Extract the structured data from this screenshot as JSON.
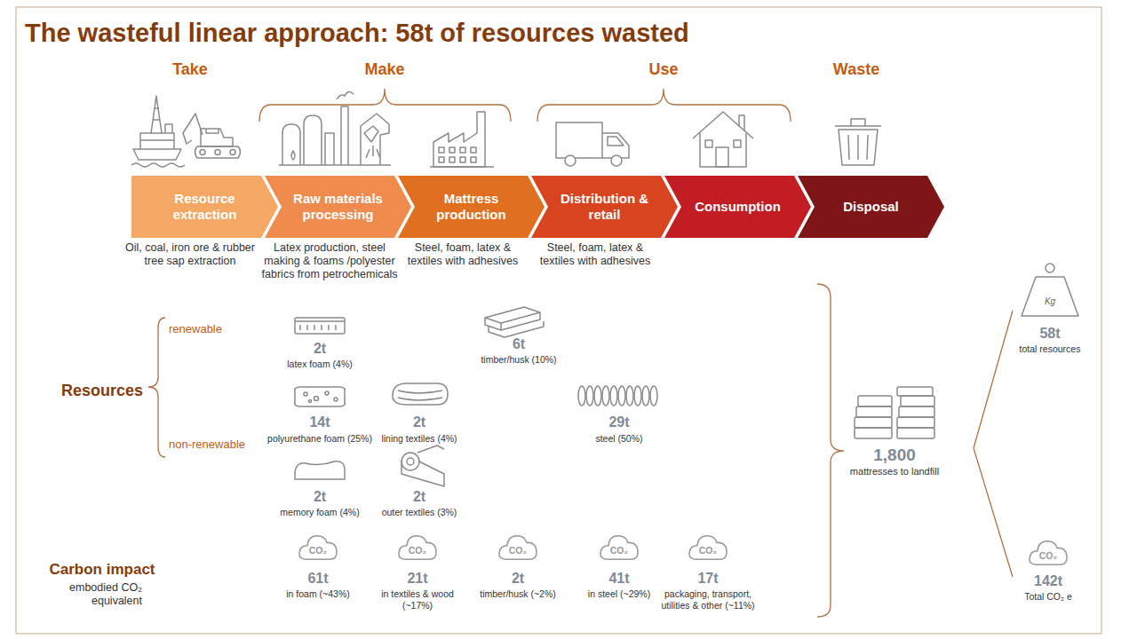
{
  "diagram": {
    "title": "The wasteful linear approach: 58t of resources wasted",
    "nodes": [
      {
        "text": [
          "Resource extraction"
        ]
      },
      {
        "text": [
          "Raw materials processing"
        ]
      },
      {
        "text": [
          "Mattress production"
        ]
      },
      {
        "text": [
          "Distribution & retail"
        ]
      },
      {
        "text": [
          "Consumption"
        ]
      },
      {
        "text": [
          "Disposal"
        ]
      }
    ],
    "labels": [
      "Take",
      "Make",
      "Use",
      "Waste",
      "Oil, coal, iron ore & rubber tree sap extraction",
      "Latex production, steel making & foams /polyester fabrics from petrochemicals",
      "Steel, foam, latex & textiles with adhesives",
      "Steel, foam, latex & textiles with adhesives",
      "Resources",
      "renewable",
      "non-renewable",
      "2t",
      "latex foam (4%)",
      "6t",
      "timber/husk (10%)",
      "14t",
      "polyurethane foam (25%)",
      "2t",
      "lining textiles (4%)",
      "29t",
      "steel (50%)",
      "2t",
      "memory foam (4%)",
      "2t",
      "outer textiles (3%)",
      "1,800",
      "mattresses to landfill",
      "Kg",
      "58t",
      "total resources",
      "Carbon impact",
      "embodied CO₂ equivalent",
      "CO₂",
      "61t",
      "in foam (~43%)",
      "CO₂",
      "21t",
      "in textiles & wood (~17%)",
      "CO₂",
      "2t",
      "timber/husk (~2%)",
      "CO₂",
      "41t",
      "in steel (~29%)",
      "CO₂",
      "17t",
      "packaging, transport, utilities & other (~11%)",
      "CO₂",
      "142t",
      "Total CO₂ e"
    ]
  }
}
